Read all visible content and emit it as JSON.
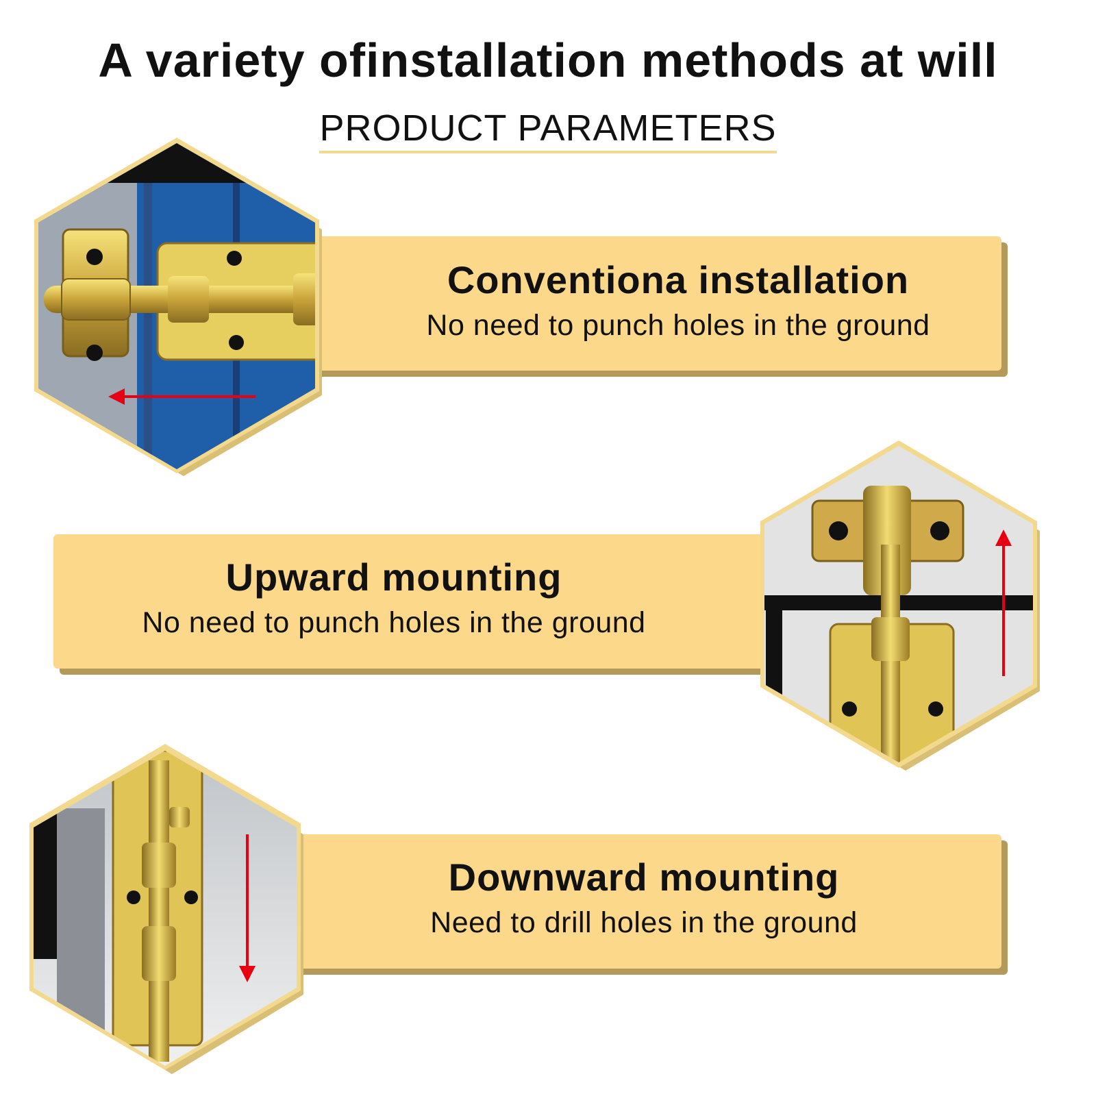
{
  "header": {
    "title": "A variety ofinstallation methods at will",
    "subtitle": "PRODUCT PARAMETERS"
  },
  "colors": {
    "band_fill": "#fcd98a",
    "band_shadow": "#b39a5a",
    "hex_border": "#f3d98e",
    "arrow": "#e60012"
  },
  "methods": [
    {
      "heading": "Conventiona installation",
      "note": "No need to punch holes in the ground",
      "photo_icon": "horizontal-barrel-bolt-photo",
      "arrow_direction": "left"
    },
    {
      "heading": "Upward mounting",
      "note": "No need to punch holes in the ground",
      "photo_icon": "upward-barrel-bolt-photo",
      "arrow_direction": "up"
    },
    {
      "heading": "Downward mounting",
      "note": "Need to drill holes in the ground",
      "photo_icon": "downward-barrel-bolt-photo",
      "arrow_direction": "down"
    }
  ]
}
